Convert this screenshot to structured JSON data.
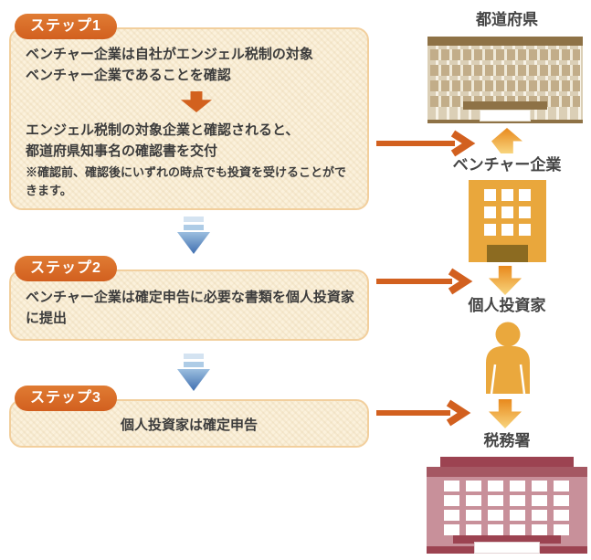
{
  "steps": [
    {
      "tab": "ステップ1",
      "text1": "ベンチャー企業は自社がエンジェル税制の対象\nベンチャー企業であることを確認",
      "text2": "エンジェル税制の対象企業と確認されると、\n都道府県知事名の確認書を交付",
      "note": "※確認前、確認後にいずれの時点でも投資を受けることができます。"
    },
    {
      "tab": "ステップ2",
      "text": "ベンチャー企業は確定申告に必要な書類を個人投資家\nに提出"
    },
    {
      "tab": "ステップ3",
      "text": "個人投資家は確定申告"
    }
  ],
  "entities": {
    "prefecture": "都道府県",
    "venture": "ベンチャー企業",
    "investor": "個人投資家",
    "tax_office": "税務署"
  },
  "colors": {
    "accent_orange": "#d2601f",
    "tab_orange": "#d8702f",
    "box_background": "#fbf1dc",
    "box_border": "#f2cf9d",
    "blue_arrow_dark": "#406fb0",
    "blue_arrow_light": "#d4e3f1",
    "gold_arrow_dark": "#e8891c",
    "gold_arrow_light": "#f8d57e",
    "venture_gold": "#e9a73c",
    "prefecture_tan": "#8e7246",
    "prefecture_body": "#dbcfb6",
    "tax_maroon": "#9c4351",
    "tax_body": "#c8909a",
    "text_dark": "#3c3c3c"
  }
}
